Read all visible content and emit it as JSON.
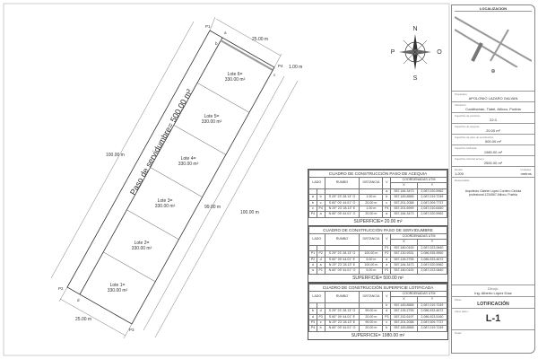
{
  "drawing": {
    "points": {
      "P1": "P1",
      "P2": "P2",
      "P3": "P3",
      "P4": "P4",
      "a": "a",
      "b": "b",
      "c": "c",
      "d": "d"
    },
    "lots": [
      {
        "name": "Lote 6=",
        "area": "330.00 m²"
      },
      {
        "name": "Lote 5=",
        "area": "330.00 m²"
      },
      {
        "name": "Lote 4=",
        "area": "330.00 m²"
      },
      {
        "name": "Lote 3=",
        "area": "330.00 m²"
      },
      {
        "name": "Lote 2=",
        "area": "330.00 m²"
      },
      {
        "name": "Lote 1=",
        "area": "330.00 m²"
      }
    ],
    "servidumbre_label": "Paso de servidumbre= 500.00 m²",
    "dims": {
      "top": "25.00 m",
      "bottom": "25.00 m",
      "left": "100.00 m",
      "right_inner": "99.00 m",
      "right_outer": "100.00 m",
      "acequia": "1.00 m"
    },
    "compass": {
      "n": "N",
      "s": "S",
      "w": "P",
      "e": "O"
    }
  },
  "tables": [
    {
      "title": "CUADRO DE CONSTRUCCIÓN PASO DE ACEQUIA",
      "headers": {
        "lado": "LADO",
        "rumbo": "RUMBO",
        "distancia": "DISTANCIA",
        "v": "V",
        "coords": "COORDENADAS UTM",
        "x": "X",
        "y": "Y"
      },
      "start": {
        "v": "a",
        "x": "557,184.3473",
        "y": "2,087,020.5962"
      },
      "rows": [
        {
          "est": "a",
          "pv": "b",
          "rumbo": "S 29° 23' 28.13\" O",
          "dist": "1.00 m",
          "v": "b",
          "x": "557,183.8565",
          "y": "2,087,019.7249"
        },
        {
          "est": "b",
          "pv": "c",
          "rumbo": "S 60° 09' 44.01\" O",
          "dist": "20.00 m",
          "v": "c",
          "x": "557,201.2058",
          "y": "2,087,009.7737"
        },
        {
          "est": "c",
          "pv": "P4",
          "rumbo": "N 29° 23' 28.13\" E",
          "dist": "1.00 m",
          "v": "P4",
          "x": "557,201.6999",
          "y": "2,087,010.6450"
        },
        {
          "est": "P4",
          "pv": "a",
          "rumbo": "N 60° 09' 44.01\" O",
          "dist": "20.00 m",
          "v": "a",
          "x": "557,184.3473",
          "y": "2,087,020.5962"
        }
      ],
      "superficie": "SUPERFICIE= 20.00 m²"
    },
    {
      "title": "CUADRO DE CONSTRUCCIÓN PASO DE SERVIDUMBRE",
      "headers": {
        "lado": "LADO",
        "rumbo": "RUMBO",
        "distancia": "DISTANCIA",
        "v": "V",
        "coords": "COORDENADAS UTM",
        "x": "X",
        "y": "Y"
      },
      "start": {
        "v": "P1",
        "x": "557,180.0100",
        "y": "2,087,023.0840"
      },
      "rows": [
        {
          "est": "P1",
          "pv": "P2",
          "rumbo": "S 29° 23' 28.13\" O",
          "dist": "100.00 m",
          "v": "P2",
          "x": "557,130.9331",
          "y": "2,086,935.9550"
        },
        {
          "est": "P2",
          "pv": "d",
          "rumbo": "S 60° 09' 44.01\" E",
          "dist": "5.00 m",
          "v": "d",
          "x": "557,135.2755",
          "y": "2,086,933.4672"
        },
        {
          "est": "d",
          "pv": "a",
          "rumbo": "N 29° 23' 28.13\" E",
          "dist": "100.00 m",
          "v": "a",
          "x": "557,184.3473",
          "y": "2,087,020.5962"
        },
        {
          "est": "a",
          "pv": "P1",
          "rumbo": "N 60° 09' 44.01\" O",
          "dist": "5.00 m",
          "v": "P1",
          "x": "557,180.0100",
          "y": "2,087,023.0840"
        }
      ],
      "superficie": "SUPERFICIE= 500.00 m²"
    },
    {
      "title": "CUADRO DE CONSTRUCCIÓN SUPERFICIE LOTIFICADA",
      "headers": {
        "lado": "LADO",
        "rumbo": "RUMBO",
        "distancia": "DISTANCIA",
        "v": "V",
        "coords": "COORDENADAS UTM",
        "x": "X",
        "y": "Y"
      },
      "start": {
        "v": "b",
        "x": "557,183.8565",
        "y": "2,087,019.7249"
      },
      "rows": [
        {
          "est": "b",
          "pv": "d",
          "rumbo": "S 29° 23' 28.13\" O",
          "dist": "99.00 m",
          "v": "d",
          "x": "557,135.2755",
          "y": "2,086,933.4672"
        },
        {
          "est": "d",
          "pv": "P3",
          "rumbo": "S 60° 09' 44.01\" E",
          "dist": "20.00 m",
          "v": "P3",
          "x": "557,152.6197",
          "y": "2,086,923.5160"
        },
        {
          "est": "P3",
          "pv": "c",
          "rumbo": "N 29° 23' 28.13\" E",
          "dist": "99.00 m",
          "v": "c",
          "x": "557,201.2058",
          "y": "2,087,009.7737"
        },
        {
          "est": "P4",
          "pv": "b",
          "rumbo": "N 60° 09' 44.01\" O",
          "dist": "20.00 m",
          "v": "b",
          "x": "557,183.8565",
          "y": "2,087,019.7249"
        }
      ],
      "superficie": "SUPERFICIE= 1980.00 m²"
    }
  ],
  "title_block": {
    "localizacion": "LOCALIZACION",
    "propietario_label": "Propietario:",
    "propietario": "APOLONIO LAZARO GALVAN",
    "ubicacion_label": "Ubicación:",
    "ubicacion": "Coatlinchán, Tlatel, Atlixco, Puebla",
    "fields": [
      {
        "label": "Superficie de escritura:",
        "value": "22.0"
      },
      {
        "label": "Superficie de acequia:",
        "value": "20.00 m²"
      },
      {
        "label": "Superficie de paso de servidumbre:",
        "value": "500.00 m²"
      },
      {
        "label": "Superficie lotificada:",
        "value": "1980.00 m²"
      },
      {
        "label": "Superficie total del terreno:",
        "value": "2500.00 m²"
      }
    ],
    "escala_label": "Escala:",
    "escala": "1:200",
    "unidades_label": "Unidades:",
    "unidades": "metros",
    "responsable_label": "Responsable:",
    "responsable": "Arquitecto Gabriel López Cordero Cédula profesional 1234567 Atlixco, Puebla",
    "dibujo_label": "Dibujó:",
    "dibujo": "Ing. Alberto López Díaz",
    "plano_label": "Plano:",
    "plano": "LOTIFICACIÓN",
    "clave_label": "Clave plano:",
    "clave": "L-1",
    "notas_label": "Notas:"
  }
}
